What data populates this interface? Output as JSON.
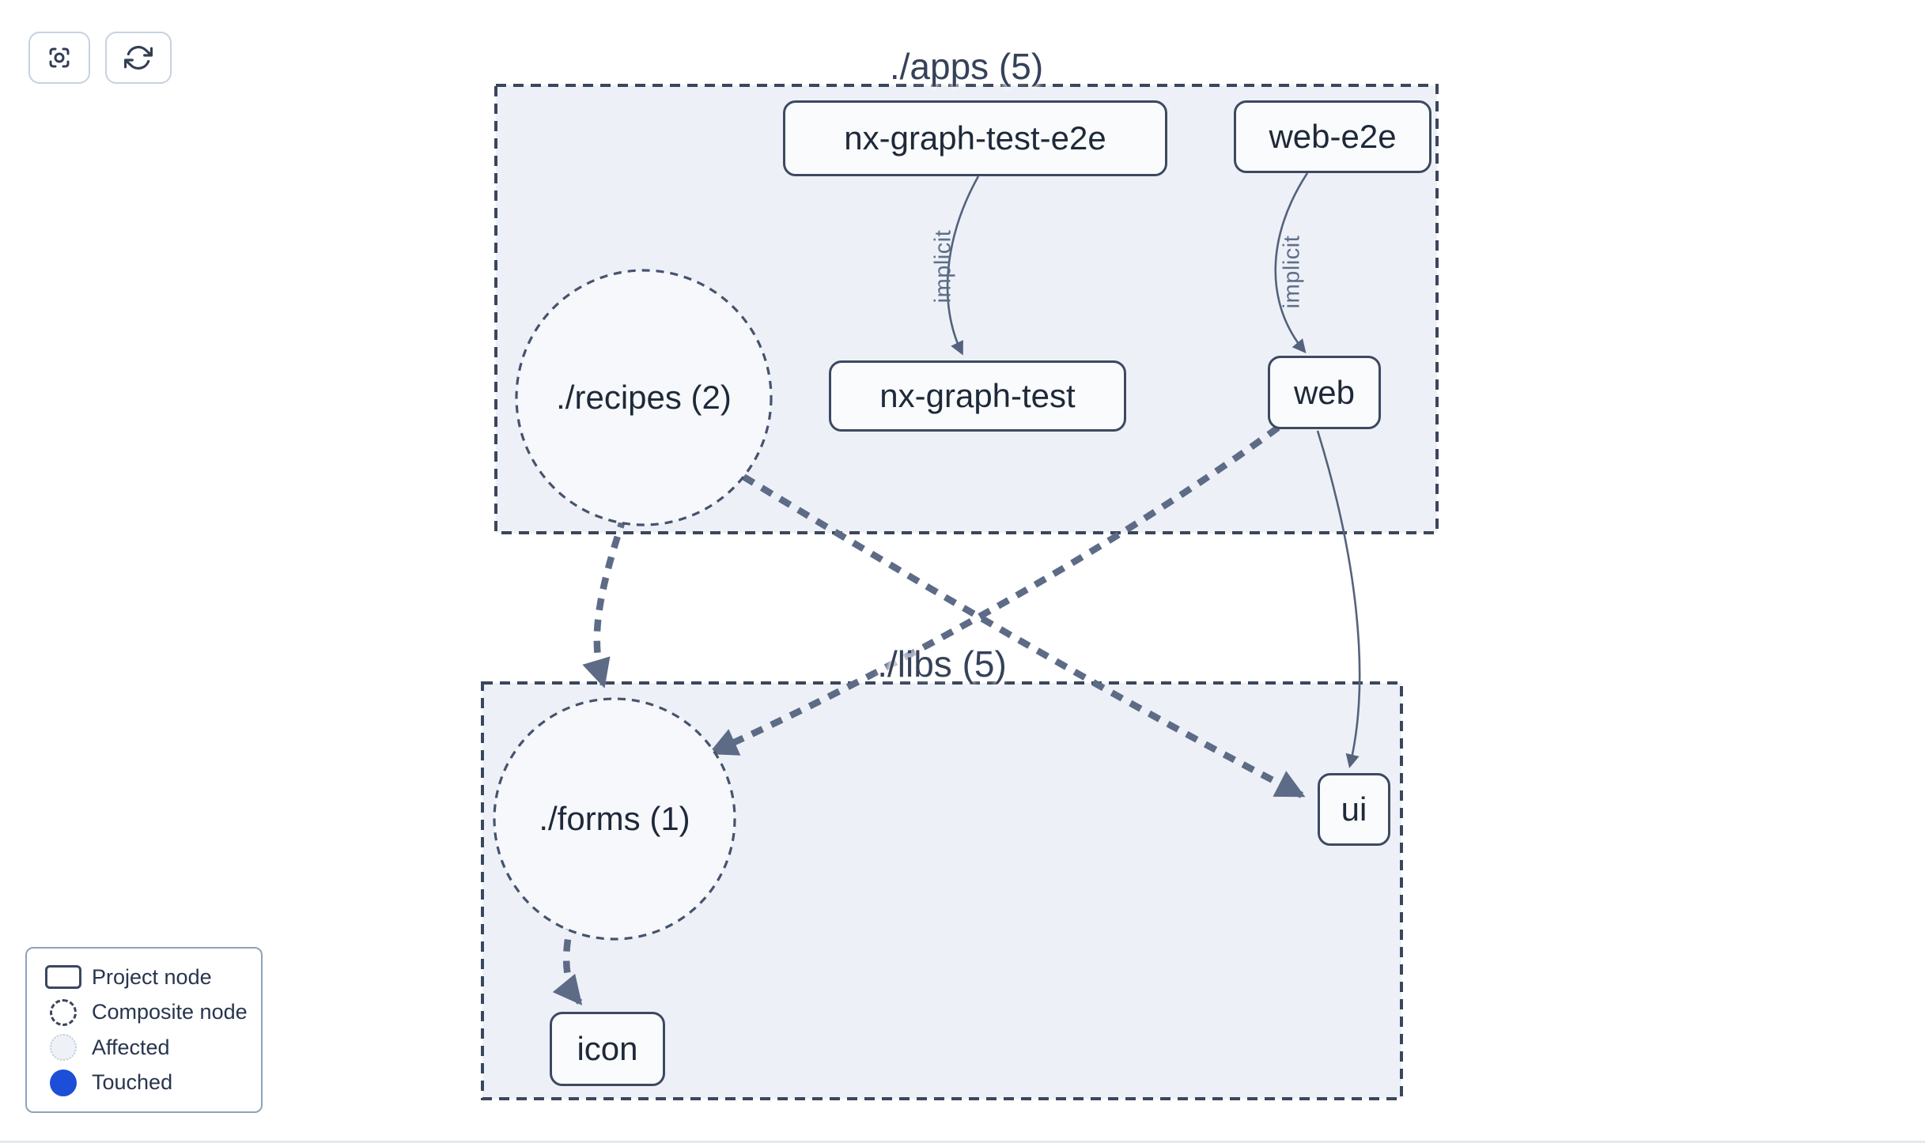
{
  "toolbar": {
    "buttons": [
      {
        "icon": "focus-icon"
      },
      {
        "icon": "refresh-icon"
      }
    ]
  },
  "graph": {
    "groups": [
      {
        "id": "apps",
        "label": "./apps (5)",
        "project_count": 5
      },
      {
        "id": "libs",
        "label": "./libs (5)",
        "project_count": 5
      }
    ],
    "nodes": {
      "nx_graph_test_e2e": {
        "label": "nx-graph-test-e2e",
        "group": "apps",
        "kind": "project"
      },
      "web_e2e": {
        "label": "web-e2e",
        "group": "apps",
        "kind": "project"
      },
      "recipes": {
        "label": "./recipes (2)",
        "group": "apps",
        "kind": "composite"
      },
      "nx_graph_test": {
        "label": "nx-graph-test",
        "group": "apps",
        "kind": "project"
      },
      "web": {
        "label": "web",
        "group": "apps",
        "kind": "project"
      },
      "forms": {
        "label": "./forms (1)",
        "group": "libs",
        "kind": "composite"
      },
      "ui": {
        "label": "ui",
        "group": "libs",
        "kind": "project"
      },
      "icon": {
        "label": "icon",
        "group": "libs",
        "kind": "project"
      }
    },
    "edges": [
      {
        "from": "nx-graph-test-e2e",
        "to": "nx-graph-test",
        "style": "solid",
        "label": "implicit"
      },
      {
        "from": "web-e2e",
        "to": "web",
        "style": "solid",
        "label": "implicit"
      },
      {
        "from": "./recipes (2)",
        "to": "./forms (1)",
        "style": "dashed"
      },
      {
        "from": "./recipes (2)",
        "to": "ui",
        "style": "dashed"
      },
      {
        "from": "web",
        "to": "./forms (1)",
        "style": "dashed"
      },
      {
        "from": "web",
        "to": "ui",
        "style": "solid"
      },
      {
        "from": "./forms (1)",
        "to": "icon",
        "style": "dashed"
      }
    ]
  },
  "legend": {
    "items": [
      {
        "swatch": "project-node",
        "label": "Project node"
      },
      {
        "swatch": "composite-node",
        "label": "Composite node"
      },
      {
        "swatch": "affected",
        "label": "Affected"
      },
      {
        "swatch": "touched",
        "label": "Touched"
      }
    ]
  },
  "colors": {
    "touched_blue": "#1d4ed8",
    "edge_slate": "#5d6b86",
    "node_border": "#3d4961",
    "group_fill": "#edf1f7",
    "node_text": "#1e2939"
  }
}
